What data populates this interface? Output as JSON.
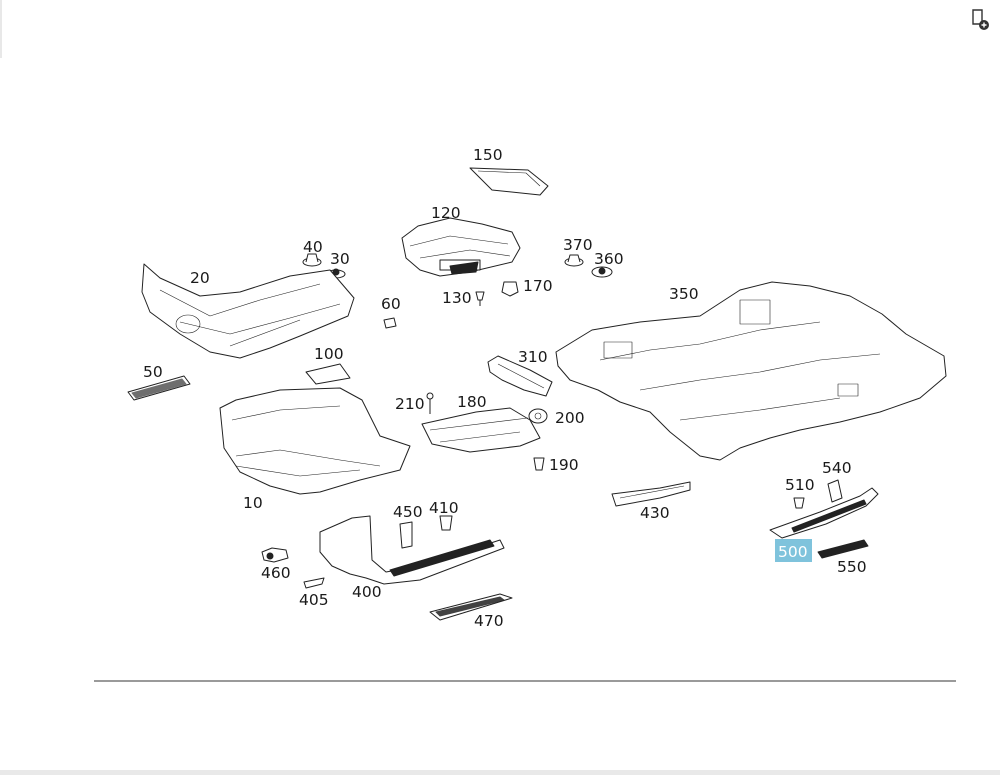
{
  "toolbar": {
    "icon": "page-settings-icon"
  },
  "diagram": {
    "selected_part": "500",
    "labels": {
      "p150": "150",
      "p120": "120",
      "p40": "40",
      "p30": "30",
      "p370": "370",
      "p360": "360",
      "p20": "20",
      "p130": "130",
      "p170": "170",
      "p350": "350",
      "p60": "60",
      "p100": "100",
      "p310": "310",
      "p50": "50",
      "p210": "210",
      "p180": "180",
      "p200": "200",
      "p190": "190",
      "p10": "10",
      "p540": "540",
      "p510": "510",
      "p430": "430",
      "p450": "450",
      "p410": "410",
      "p500": "500",
      "p550": "550",
      "p460": "460",
      "p400": "400",
      "p405": "405",
      "p470": "470"
    }
  },
  "colors": {
    "highlight": "#7fc3dc",
    "line": "#222222",
    "separator": "#9a9a9a"
  }
}
